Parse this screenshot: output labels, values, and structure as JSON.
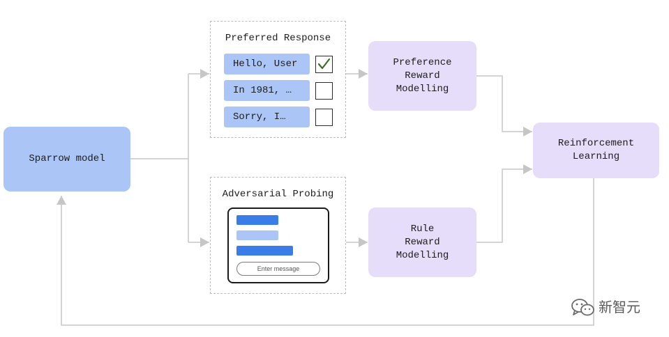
{
  "sparrow_model": {
    "label": "Sparrow model"
  },
  "preferred_response": {
    "title": "Preferred Response",
    "responses": [
      {
        "text": "Hello, User",
        "checked": true
      },
      {
        "text": "In 1981, …",
        "checked": false
      },
      {
        "text": "Sorry, I…",
        "checked": false
      }
    ],
    "check_icon": "check-icon"
  },
  "adversarial_probing": {
    "title": "Adversarial Probing",
    "input_placeholder": "Enter message"
  },
  "preference_reward_modelling": {
    "lines": [
      "Preference",
      "Reward",
      "Modelling"
    ]
  },
  "rule_reward_modelling": {
    "lines": [
      "Rule",
      "Reward",
      "Modelling"
    ]
  },
  "reinforcement_learning": {
    "lines": [
      "Reinforcement",
      "Learning"
    ]
  },
  "watermark": {
    "text": "新智元",
    "icon": "wechat-icon"
  },
  "colors": {
    "model_blue": "#aac5f6",
    "reward_lavender": "#e6ddfa",
    "connector": "#c6c6c6",
    "dashed_border": "#bcbcbc",
    "bar_dark": "#3b7de8",
    "bar_light": "#aac5f6",
    "check": "#3b6d24"
  }
}
